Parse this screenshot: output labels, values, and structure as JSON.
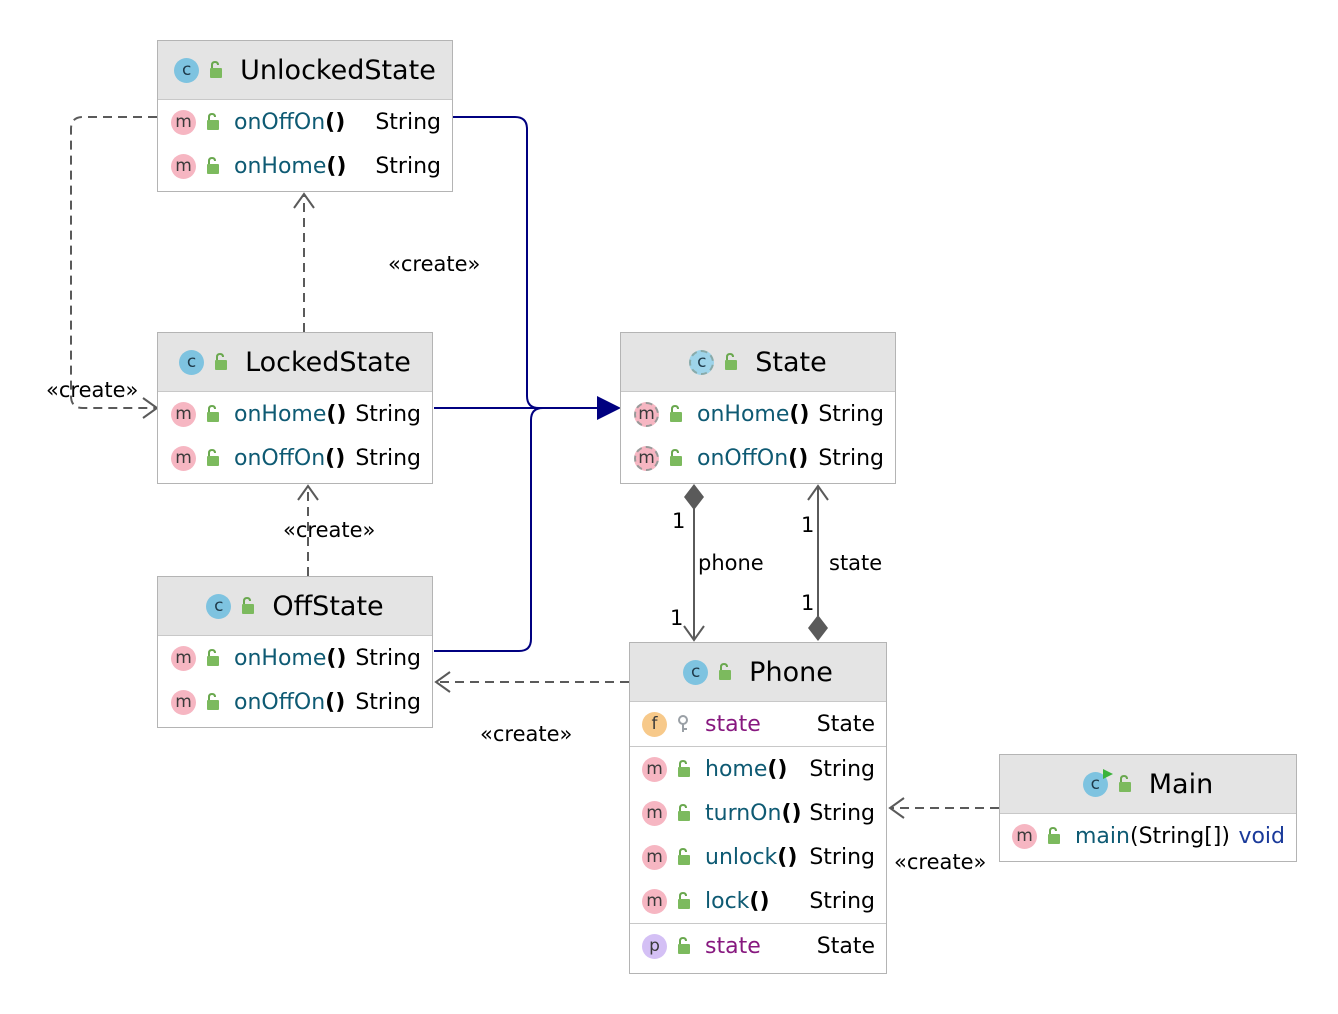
{
  "classes": {
    "unlocked": {
      "name": "UnlockedState",
      "methods": [
        {
          "name": "onOffOn",
          "params": "()",
          "type": "String"
        },
        {
          "name": "onHome",
          "params": "()",
          "type": "String"
        }
      ]
    },
    "locked": {
      "name": "LockedState",
      "methods": [
        {
          "name": "onHome",
          "params": "()",
          "type": "String"
        },
        {
          "name": "onOffOn",
          "params": "()",
          "type": "String"
        }
      ]
    },
    "off": {
      "name": "OffState",
      "methods": [
        {
          "name": "onHome",
          "params": "()",
          "type": "String"
        },
        {
          "name": "onOffOn",
          "params": "()",
          "type": "String"
        }
      ]
    },
    "state": {
      "name": "State",
      "methods": [
        {
          "name": "onHome",
          "params": "()",
          "type": "String"
        },
        {
          "name": "onOffOn",
          "params": "()",
          "type": "String"
        }
      ]
    },
    "phone": {
      "name": "Phone",
      "field": {
        "name": "state",
        "type": "State"
      },
      "methods": [
        {
          "name": "home",
          "params": "()",
          "type": "String"
        },
        {
          "name": "turnOn",
          "params": "()",
          "type": "String"
        },
        {
          "name": "unlock",
          "params": "()",
          "type": "String"
        },
        {
          "name": "lock",
          "params": "()",
          "type": "String"
        }
      ],
      "property": {
        "name": "state",
        "type": "State"
      }
    },
    "main": {
      "name": "Main",
      "methods": [
        {
          "name": "main",
          "arg_open": "(",
          "arg": "String[]",
          "arg_close": ")",
          "type": "void"
        }
      ]
    }
  },
  "badges": {
    "class": "c",
    "method": "m",
    "field": "f",
    "property": "p"
  },
  "edge_labels": {
    "create": "«create»",
    "phone": "phone",
    "state": "state",
    "one": "1"
  },
  "colors": {
    "inheritance": "#000080",
    "dependency": "#5a5a5a",
    "header_bg": "#e4e4e4",
    "method_name": "#0e5a73",
    "field_name": "#87187f"
  }
}
